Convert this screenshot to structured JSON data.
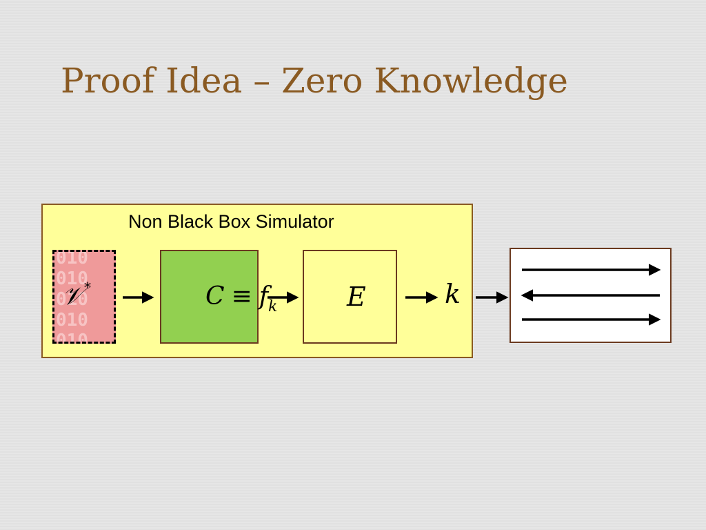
{
  "slide": {
    "title": "Proof Idea – Zero Knowledge"
  },
  "simulator": {
    "label": "Non Black Box Simulator"
  },
  "verifier": {
    "symbol": "𝒱",
    "superscript": "*",
    "binary_pattern": "010\n010\n010\n010\n010"
  },
  "circuit": {
    "left": "C",
    "operator": "≡",
    "function": "f",
    "subscript": "k"
  },
  "extractor": {
    "label": "E"
  },
  "key": {
    "label": "k"
  },
  "interaction": {
    "arrow_directions": [
      "right",
      "left",
      "right"
    ]
  },
  "colors": {
    "title": "#8a5a22",
    "simulator_fill": "#ffff99",
    "verifier_fill": "#ef9a9a",
    "circuit_fill": "#92d050",
    "extractor_fill": "#ffff99",
    "interaction_fill": "#ffffff"
  }
}
